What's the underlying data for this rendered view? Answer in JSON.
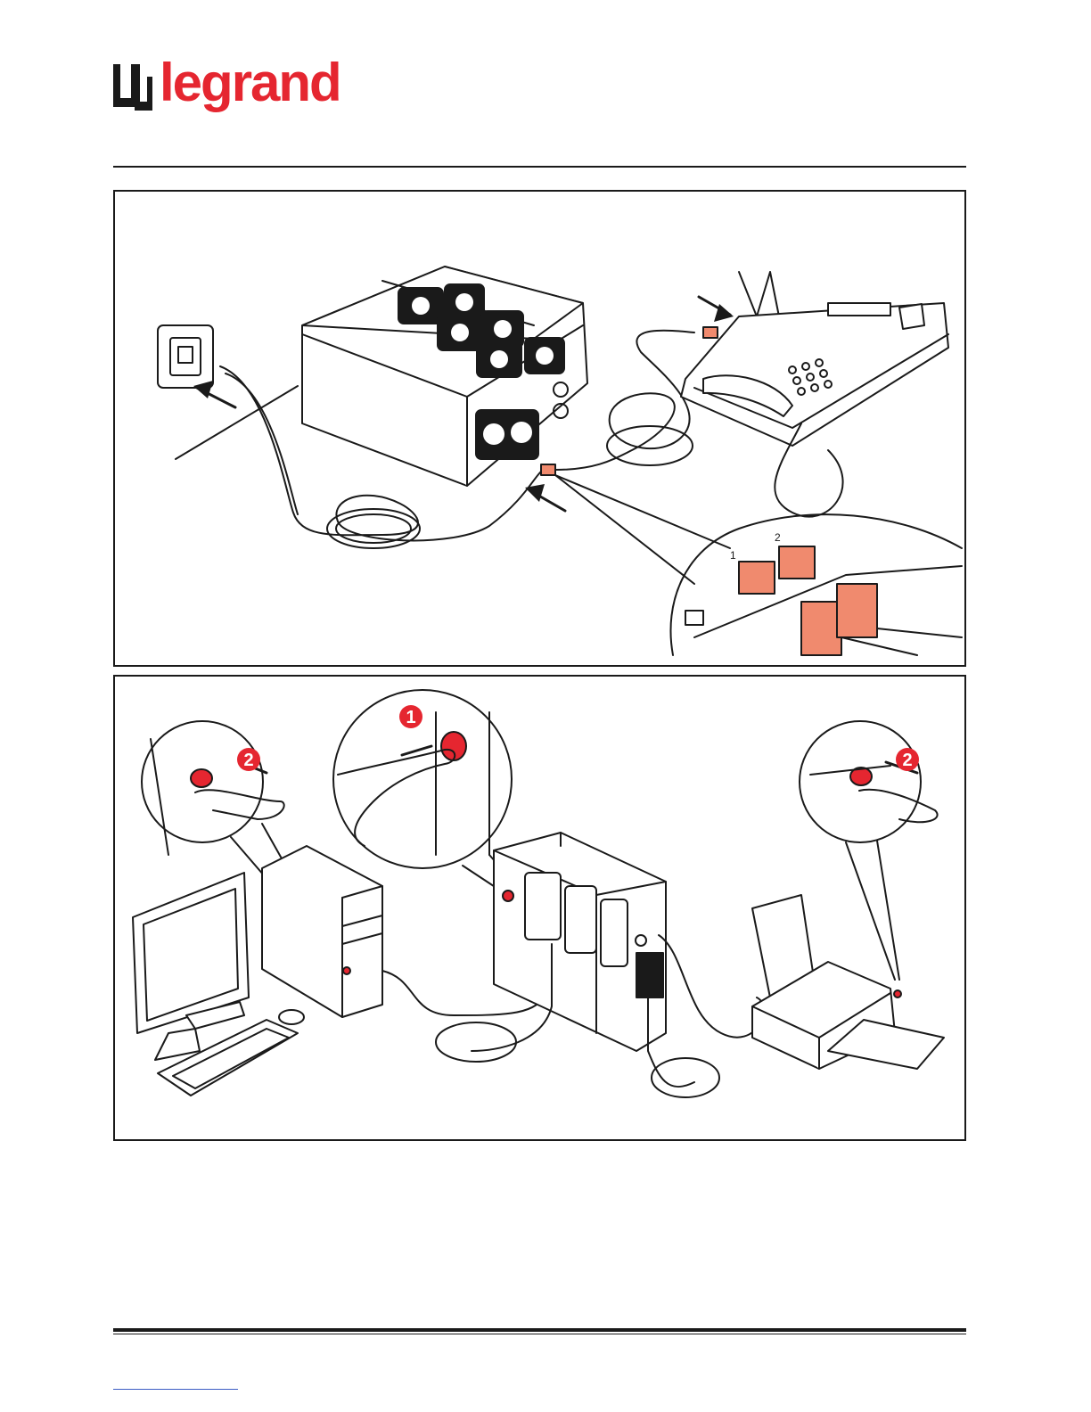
{
  "brand": {
    "name": "legrand",
    "color": "#e52630"
  },
  "panel_top": {
    "connector_labels": [
      "1",
      "2"
    ]
  },
  "panel_bottom": {
    "step_badges": [
      "1",
      "2",
      "2"
    ],
    "badge_color": "#e52630"
  },
  "colors": {
    "line": "#1a1a1a",
    "rj_plug": "#f08a6e",
    "power_button": "#e52630"
  }
}
